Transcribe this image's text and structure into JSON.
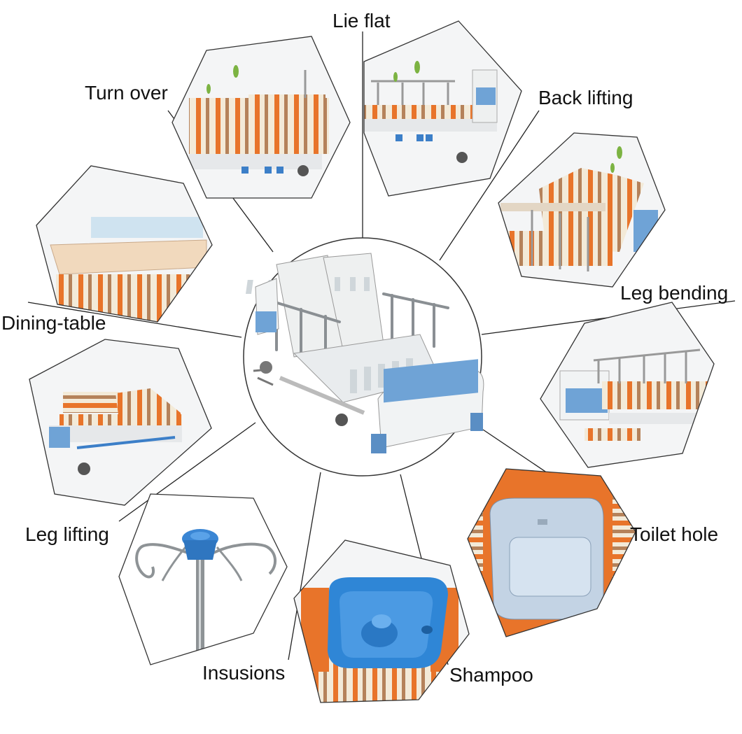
{
  "labels": {
    "lie_flat": "Lie flat",
    "turn_over": "Turn over",
    "back_lifting": "Back lifting",
    "leg_bending": "Leg bending",
    "dining_table": "Dining-table",
    "leg_lifting": "Leg lifting",
    "toilet_hole": "Toilet hole",
    "insusions": "Insusions",
    "shampoo": "Shampoo"
  },
  "colors": {
    "accent_orange": "#e8742a",
    "stripe_cream": "#f3ead8",
    "stripe_brown": "#b5825a",
    "bed_blue": "#6fa3d6",
    "frame_white": "#eef0f0",
    "basin_blue": "#2f86d6",
    "outline": "#333333"
  }
}
